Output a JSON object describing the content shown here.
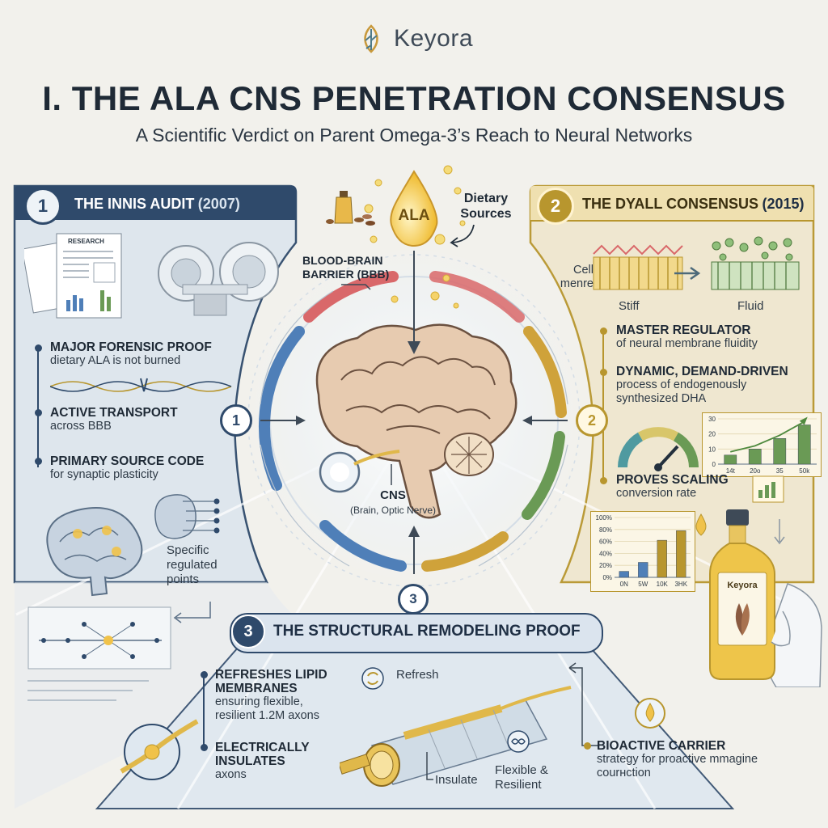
{
  "brand": {
    "name": "Keyora"
  },
  "title": "I. THE ALA CNS PENETRATION CONSENSUS",
  "subtitle": "A Scientific Verdict on Parent Omega-3’s Reach to Neural Networks",
  "center": {
    "ala_label": "ALA",
    "dietary_sources": "Dietary Sources",
    "bbb_label": "BLOOD-BRAIN BARRIER (BBB)",
    "cns_label": "CNS",
    "cns_sub": "(Brain, Optic Nerve)",
    "node_1": "1",
    "node_2": "2",
    "node_3": "3"
  },
  "panel1": {
    "num": "1",
    "title": "THE INNIS AUDIT",
    "year": "(2007)",
    "doc_label": "RESEARCH",
    "bullets": [
      {
        "head": "MAJOR FORENSIC PROOF",
        "text": "dietary ALA is not burned"
      },
      {
        "head": "ACTIVE TRANSPORT",
        "text": "across BBB"
      },
      {
        "head": "PRIMARY SOURCE CODE",
        "text": "for synaptic plasticity"
      }
    ],
    "regulated_label": "Specific regulated points"
  },
  "panel2": {
    "num": "2",
    "title": "THE DYALL CONSENSUS",
    "year": "(2015)",
    "cell_label": "Cell menre",
    "stiff_label": "Stiff",
    "fluid_label": "Fluid",
    "bullets": [
      {
        "head": "MASTER REGULATOR",
        "text": "of neural membrane fluidity"
      },
      {
        "head": "DYNAMIC, DEMAND-DRIVEN",
        "text": "process of endogenously synthesized DHA"
      },
      {
        "head": "PROVES SCALING",
        "text": "conversion rate"
      }
    ],
    "bottle_label": "Keyora"
  },
  "panel3": {
    "num": "3",
    "title": "THE STRUCTURAL REMODELING PROOF",
    "bullets": [
      {
        "head": "REFRESHES LIPID MEMBRANES",
        "text": "ensuring flexible, resilient 1.2M axons"
      },
      {
        "head": "ELECTRICALLY INSULATES",
        "text": "axons"
      }
    ],
    "refresh_label": "Refresh",
    "insulate_label": "Insulate",
    "flexible_label": "Flexible & Resilient",
    "carrier_head": "BIOACTIVE CARRIER",
    "carrier_text": "strategy for proactive mmagine courнction"
  },
  "chart_data": [
    {
      "type": "bar",
      "categories": [
        "14t",
        "20o",
        "35",
        "50k"
      ],
      "values": [
        6,
        10,
        17,
        26
      ],
      "yticks": [
        "30",
        "20",
        "10",
        "0"
      ],
      "ylim": [
        0,
        30
      ],
      "trend": true
    },
    {
      "type": "bar",
      "categories": [
        "0N",
        "5W",
        "10K",
        "3HK"
      ],
      "values": [
        10,
        25,
        62,
        78
      ],
      "yticks": [
        "100%",
        "80%",
        "60%",
        "40%",
        "20%",
        "0%"
      ],
      "ylim": [
        0,
        100
      ]
    }
  ],
  "colors": {
    "navy": "#2f4a6b",
    "gold": "#b8962e",
    "panel1": "#dde6ee",
    "panel2": "#efe7cf",
    "panel3": "#dfe8f0",
    "bbb_red": "#d9686a",
    "bbb_blue": "#4f7fb8",
    "bbb_gold": "#cfa23a",
    "bbb_green": "#6a9a55"
  }
}
